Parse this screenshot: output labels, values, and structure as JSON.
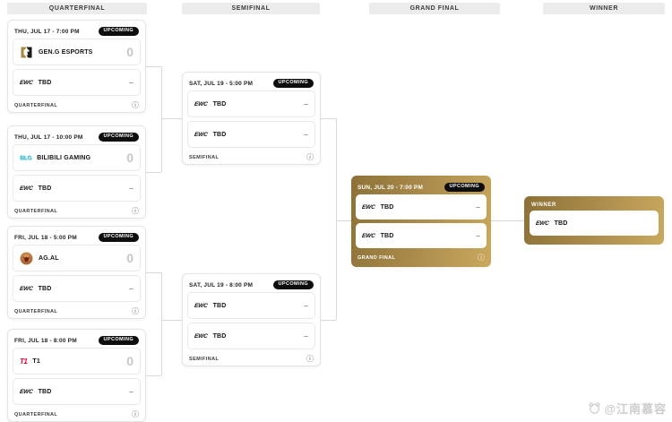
{
  "page": {
    "watermark": "@江南慕容"
  },
  "icons": {
    "info": "ⓘ"
  },
  "columns": [
    {
      "label": "QUARTERFINAL"
    },
    {
      "label": "SEMIFINAL"
    },
    {
      "label": "GRAND FINAL"
    },
    {
      "label": "WINNER"
    }
  ],
  "matches": {
    "qf1": {
      "schedule": "THU, JUL 17 - 7:00 PM",
      "status": "UPCOMING",
      "stage": "QUARTERFINAL",
      "team1": {
        "logo": "geng-logo",
        "name": "GEN.G ESPORTS",
        "score": "0"
      },
      "team2": {
        "brand": "EWC",
        "logo": "ewc-logo",
        "name": "TBD",
        "score": "–"
      }
    },
    "qf2": {
      "schedule": "THU, JUL 17 - 10:00 PM",
      "status": "UPCOMING",
      "stage": "QUARTERFINAL",
      "team1": {
        "logo": "blg-logo",
        "logo_text": "BLG",
        "name": "BILIBILI GAMING",
        "score": "0"
      },
      "team2": {
        "brand": "EWC",
        "logo": "ewc-logo",
        "name": "TBD",
        "score": "–"
      }
    },
    "qf3": {
      "schedule": "FRI, JUL 18 - 5:00 PM",
      "status": "UPCOMING",
      "stage": "QUARTERFINAL",
      "team1": {
        "logo": "agal-logo",
        "name": "AG.AL",
        "score": "0"
      },
      "team2": {
        "brand": "EWC",
        "logo": "ewc-logo",
        "name": "TBD",
        "score": "–"
      }
    },
    "qf4": {
      "schedule": "FRI, JUL 18 - 8:00 PM",
      "status": "UPCOMING",
      "stage": "QUARTERFINAL",
      "team1": {
        "logo": "t1-logo",
        "logo_text": "T1",
        "name": "T1",
        "score": "0"
      },
      "team2": {
        "brand": "EWC",
        "logo": "ewc-logo",
        "name": "TBD",
        "score": "–"
      }
    },
    "sf1": {
      "schedule": "SAT, JUL 19 - 5:00 PM",
      "status": "UPCOMING",
      "stage": "SEMIFINAL",
      "team1": {
        "brand": "EWC",
        "logo": "ewc-logo",
        "name": "TBD",
        "score": "–"
      },
      "team2": {
        "brand": "EWC",
        "logo": "ewc-logo",
        "name": "TBD",
        "score": "–"
      }
    },
    "sf2": {
      "schedule": "SAT, JUL 19 - 8:00 PM",
      "status": "UPCOMING",
      "stage": "SEMIFINAL",
      "team1": {
        "brand": "EWC",
        "logo": "ewc-logo",
        "name": "TBD",
        "score": "–"
      },
      "team2": {
        "brand": "EWC",
        "logo": "ewc-logo",
        "name": "TBD",
        "score": "–"
      }
    },
    "gf": {
      "schedule": "SUN, JUL 20 - 7:00 PM",
      "status": "UPCOMING",
      "stage": "GRAND FINAL",
      "team1": {
        "brand": "EWC",
        "logo": "ewc-logo",
        "name": "TBD",
        "score": "–"
      },
      "team2": {
        "brand": "EWC",
        "logo": "ewc-logo",
        "name": "TBD",
        "score": "–"
      }
    }
  },
  "winner": {
    "label": "WINNER",
    "team": {
      "brand": "EWC",
      "logo": "ewc-logo",
      "name": "TBD"
    }
  },
  "colors": {
    "gold_dark": "#8c7136",
    "gold_light": "#c9a95e",
    "badge_bg": "#0d0d0d",
    "connector": "#d9d9d9",
    "geng_gold": "#a9873f",
    "blg_cyan": "#5ecfdf",
    "t1_red": "#e2012d",
    "agal_red": "#8c3b22"
  }
}
